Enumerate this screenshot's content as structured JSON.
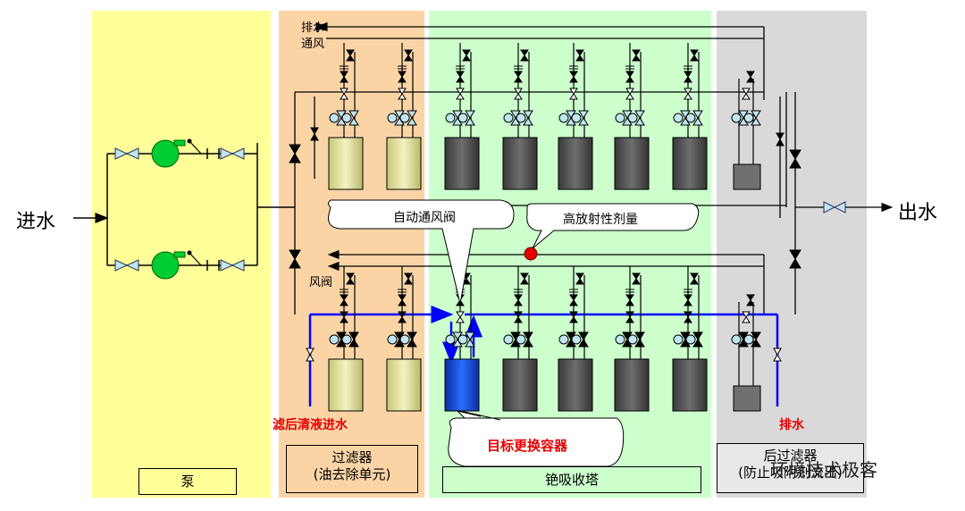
{
  "labels": {
    "inlet": "进水",
    "outlet": "出水",
    "drain_top": "排水",
    "vent_top": "通风",
    "vent_valve": "风阀",
    "auto_vent_valve": "自动通风阀",
    "high_dose": "高放射性剂量",
    "filtered_inlet": "滤后清液进水",
    "drain_red": "排水",
    "target_container": "目标更换容器",
    "watermark": "环境技术极客"
  },
  "sections": {
    "pump": "泵",
    "filter_line1": "过滤器",
    "filter_line2": "(油去除单元)",
    "tower": "铯吸收塔",
    "post_filter_line1": "后过滤器",
    "post_filter_line2": "(防止吸附剂流出)"
  },
  "colors": {
    "pump_zone": "#ffff99",
    "filter_zone": "#fbd4a6",
    "tower_zone": "#ccffcc",
    "post_zone": "#d9d9d9",
    "flow_blue": "#0000ff",
    "highlight_red": "#e60000",
    "pump_green": "#00cc33",
    "filter_vessel": "#e6e6a0",
    "tower_vessel": "#5a5a5a",
    "target_vessel": "#0a3fd6"
  }
}
